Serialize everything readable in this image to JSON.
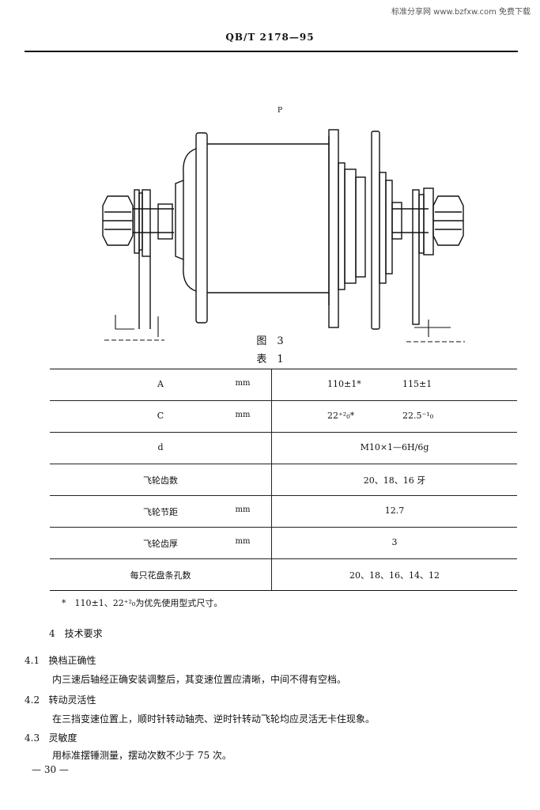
{
  "watermark": "标准分享网 www.bzfxw.com 免费下载",
  "header": {
    "standard_no": "QB/T 2178—95"
  },
  "figure": {
    "label_p": "P",
    "caption": "图　3"
  },
  "table": {
    "caption": "表　1",
    "rows": [
      {
        "param": "A",
        "unit": "mm",
        "value": "110±1*",
        "value2": "115±1"
      },
      {
        "param": "C",
        "unit": "mm",
        "value": "22⁺²₀*",
        "value2": "22.5⁻¹₀"
      },
      {
        "param": "d",
        "unit": "",
        "value": "M10×1—6H/6g",
        "value2": ""
      },
      {
        "param": "飞轮齿数",
        "unit": "",
        "value": "20、18、16 牙",
        "value2": ""
      },
      {
        "param": "飞轮节距",
        "unit": "mm",
        "value": "12.7",
        "value2": ""
      },
      {
        "param": "飞轮齿厚",
        "unit": "mm",
        "value": "3",
        "value2": ""
      },
      {
        "param": "每只花盘条孔数",
        "unit": "",
        "value": "20、18、16、14、12",
        "value2": ""
      }
    ],
    "note": "*　110±1、22⁺²₀为优先使用型式尺寸。"
  },
  "section4": {
    "heading": "4　技术要求",
    "items": [
      {
        "num": "4.1",
        "title": "换档正确性",
        "body": "内三速后轴经正确安装调整后，其变速位置应清晰，中间不得有空档。"
      },
      {
        "num": "4.2",
        "title": "转动灵活性",
        "body": "在三挡变速位置上，顺时针转动轴壳、逆时针转动飞轮均应灵活无卡住现象。"
      },
      {
        "num": "4.3",
        "title": "灵敏度",
        "body": "用标准摆锤测量，摆动次数不少于 75 次。"
      }
    ]
  },
  "footer": {
    "page": "— 30 —"
  }
}
